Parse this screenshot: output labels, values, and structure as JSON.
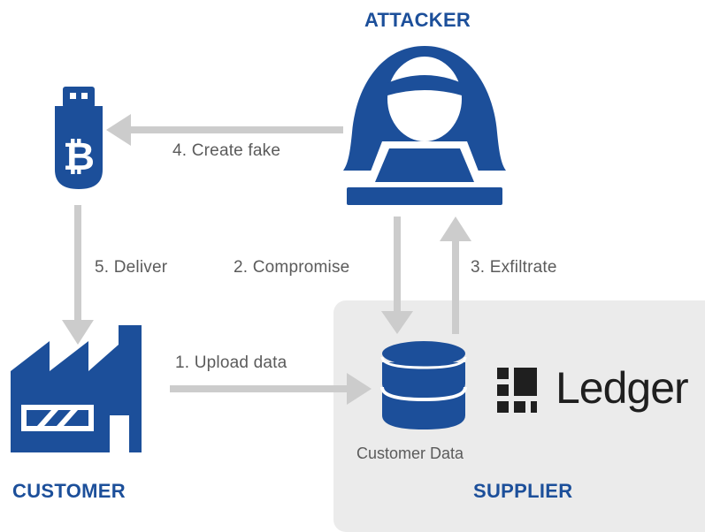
{
  "roles": {
    "attacker": "ATTACKER",
    "customer": "CUSTOMER",
    "supplier": "SUPPLIER"
  },
  "steps": {
    "upload": "1. Upload data",
    "compromise": "2. Compromise",
    "exfiltrate": "3. Exfiltrate",
    "create_fake": "4. Create fake",
    "deliver": "5. Deliver"
  },
  "database_caption": "Customer Data",
  "brand": {
    "name": "Ledger",
    "color": "#1f1f1f"
  },
  "colors": {
    "primary": "#1c4f9a",
    "arrow": "#cccccc",
    "supplier_panel": "#ebebeb",
    "text": "#5b5b5b"
  },
  "icons": {
    "attacker": "hooded-hacker-laptop-icon",
    "wallet": "bitcoin-usb-wallet-icon",
    "customer": "factory-icon",
    "database": "database-icon",
    "ledger_logo": "ledger-logo-icon"
  }
}
